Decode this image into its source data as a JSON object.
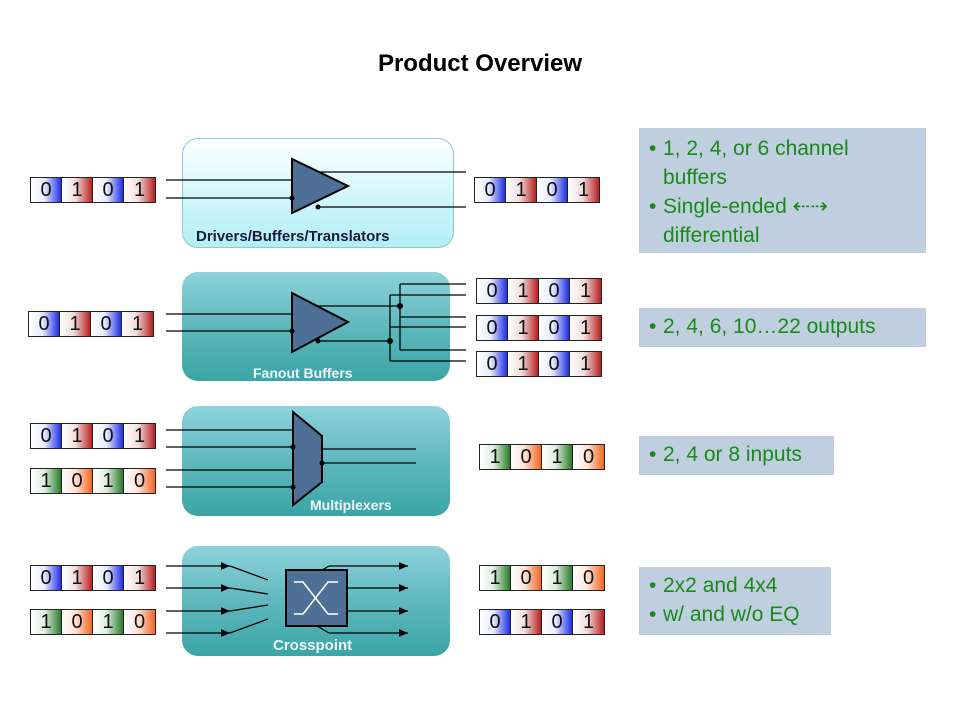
{
  "title": "Product Overview",
  "rows": [
    {
      "label": "Drivers/Buffers/Translators",
      "inputs": [
        [
          "0",
          "1",
          "0",
          "1"
        ]
      ],
      "outputs": [
        [
          "0",
          "1",
          "0",
          "1"
        ]
      ],
      "features": [
        "1, 2, 4, or 6 channel buffers",
        "Single-ended ⇠⇢ differential"
      ],
      "device": "buffer-triangle"
    },
    {
      "label": "Fanout Buffers",
      "inputs": [
        [
          "0",
          "1",
          "0",
          "1"
        ]
      ],
      "outputs": [
        [
          "0",
          "1",
          "0",
          "1"
        ],
        [
          "0",
          "1",
          "0",
          "1"
        ],
        [
          "0",
          "1",
          "0",
          "1"
        ]
      ],
      "features": [
        "2, 4, 6, 10…22 outputs"
      ],
      "device": "buffer-triangle"
    },
    {
      "label": "Multiplexers",
      "inputs": [
        [
          "0",
          "1",
          "0",
          "1"
        ],
        [
          "1",
          "0",
          "1",
          "0"
        ]
      ],
      "outputs": [
        [
          "1",
          "0",
          "1",
          "0"
        ]
      ],
      "features": [
        "2, 4 or 8 inputs"
      ],
      "device": "mux-trapezoid"
    },
    {
      "label": "Crosspoint",
      "inputs": [
        [
          "0",
          "1",
          "0",
          "1"
        ],
        [
          "1",
          "0",
          "1",
          "0"
        ]
      ],
      "outputs": [
        [
          "1",
          "0",
          "1",
          "0"
        ],
        [
          "0",
          "1",
          "0",
          "1"
        ]
      ],
      "features": [
        "2x2 and 4x4",
        "w/ and w/o EQ"
      ],
      "device": "crosspoint-switch"
    }
  ],
  "colors": {
    "bit_zero_blue": "#1e2ee6",
    "bit_one_red": "#b82020",
    "bit_one_green": "#2a7a2a",
    "bit_zero_orange": "#f26522",
    "device_fill": "#4f7096",
    "note_bg": "#c0cfe0",
    "note_text": "#188a18"
  }
}
